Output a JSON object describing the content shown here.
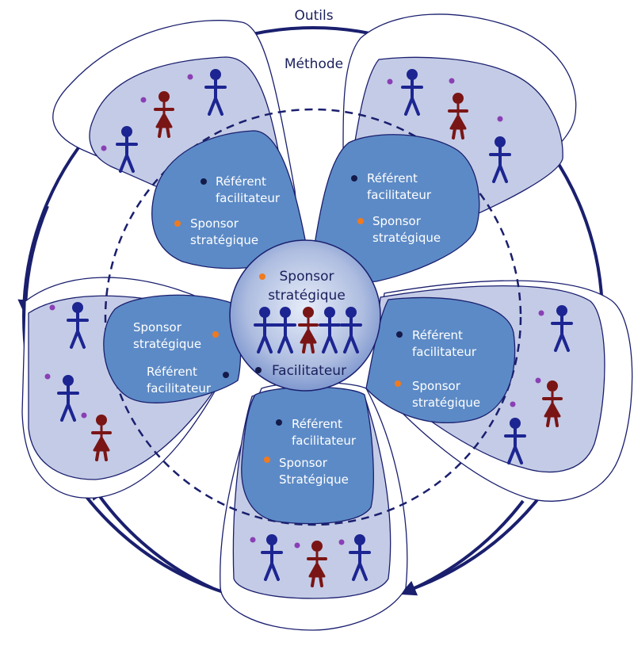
{
  "labels": {
    "outils": "Outils",
    "methode": "Méthode"
  },
  "center": {
    "sponsor_line1": "Sponsor",
    "sponsor_line2": "stratégique",
    "facilitateur": "Facilitateur"
  },
  "petals": {
    "upper_left": {
      "referent_1": "Référent",
      "referent_2": "facilitateur",
      "sponsor_1": "Sponsor",
      "sponsor_2": "stratégique"
    },
    "upper_right": {
      "referent_1": "Référent",
      "referent_2": "facilitateur",
      "sponsor_1": "Sponsor",
      "sponsor_2": "stratégique"
    },
    "left": {
      "sponsor_1": "Sponsor",
      "sponsor_2": "stratégique",
      "referent_1": "Référent",
      "referent_2": "facilitateur"
    },
    "right": {
      "referent_1": "Référent",
      "referent_2": "facilitateur",
      "sponsor_1": "Sponsor",
      "sponsor_2": "stratégique"
    },
    "bottom": {
      "referent_1": "Référent",
      "referent_2": "facilitateur",
      "sponsor_1": "Sponsor",
      "sponsor_2": "Stratégique"
    }
  },
  "colors": {
    "navy": "#1a1f6e",
    "figure_blue": "#1c2591",
    "figure_red": "#7a1515",
    "petal_inner": "#5c8ac6",
    "petal_outer": "#c4cbe6",
    "dot_orange": "#f07a1e",
    "dot_dark": "#141a4a",
    "dot_purple": "#8a3fb5"
  }
}
